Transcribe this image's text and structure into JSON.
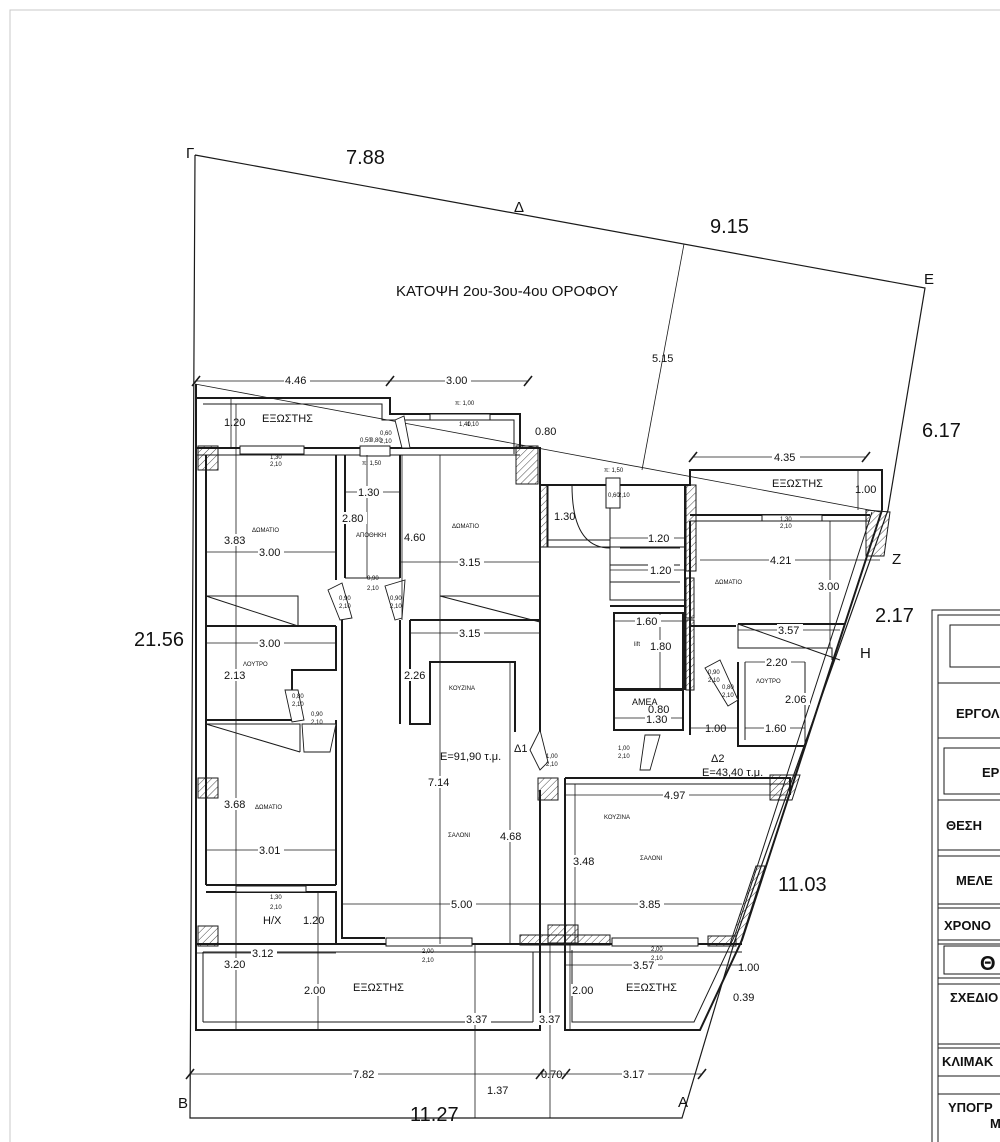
{
  "plan_title": "ΚΑΤΟΨΗ 2ου-3ου-4ου ΟΡΟΦΟΥ",
  "corners": {
    "gamma": "Γ",
    "epsilon": "Ε",
    "zeta": "Ζ",
    "eta": "Η",
    "beta": "Β",
    "alpha": "Α",
    "delta": "Δ"
  },
  "boundary": {
    "top_left": "7.88",
    "top_right": "9.15",
    "right_upper": "6.17",
    "right_mid": "2.17",
    "right_lower": "11.03",
    "left": "21.56",
    "bottom": "11.27",
    "inner_5_15": "5.15"
  },
  "rooms": {
    "balcony": "ΕΞΩΣΤΗΣ",
    "bedroom": "ΔΩΜΑΤΙΟ",
    "storage": "ΑΠΟΘΗΚΗ",
    "bathroom": "ΛΟΥΤΡΟ",
    "wc": "Η/Χ",
    "kitchen": "ΚΟΥΖΙΝΑ",
    "living": "ΣΑΛΟΝΙ",
    "lift": "lift",
    "amea": "ΑΜΕΑ"
  },
  "apartments": {
    "d1": {
      "label": "Δ1",
      "area": "Ε=91,90 τ.μ."
    },
    "d2": {
      "label": "Δ2",
      "area": "Ε=43,40 τ.μ."
    }
  },
  "dims": {
    "d446": "4.46",
    "d300": "3.00",
    "d080": "0.80",
    "d120": "1.20",
    "d383": "3.83",
    "d130": "1.30",
    "d280": "2.80",
    "d460": "4.60",
    "d315": "3.15",
    "d213": "2.13",
    "d226": "2.26",
    "d714": "7.14",
    "d468": "4.68",
    "d368": "3.68",
    "d301": "3.01",
    "d500": "5.00",
    "d385": "3.85",
    "d312": "3.12",
    "d320": "3.20",
    "d200": "2.00",
    "d337": "3.37",
    "d782": "7.82",
    "d070": "0.70",
    "d317": "3.17",
    "d137": "1.37",
    "d357": "3.57",
    "d100": "1.00",
    "d039": "0.39",
    "d435": "4.35",
    "d421": "4.21",
    "d220": "2.20",
    "d206": "2.06",
    "d160": "1.60",
    "d180": "1.80",
    "d348": "3.48",
    "d497": "4.97"
  },
  "openings": {
    "o130_210": [
      "1,30",
      "2,10"
    ],
    "o090_210": [
      "0,90",
      "2,10"
    ],
    "o080_210": [
      "0,80",
      "2,10"
    ],
    "o100_210": [
      "1,00",
      "2,10"
    ],
    "o200_210": [
      "2,00",
      "2,10"
    ],
    "o060_210": [
      "0,60",
      "2,10"
    ],
    "o050_080": [
      "0,50",
      "0,80"
    ],
    "o140_110": [
      "1,40",
      "1,10"
    ],
    "sill_150": "π: 1,50",
    "sill_100": "π: 1,00"
  },
  "title_block": {
    "row1": "ΕΡΓΟΛ",
    "row2": "ΕΡ",
    "row3": "ΘΕΣΗ",
    "row4": "ΜΕΛΕ",
    "row5": "ΧΡΟΝΟ",
    "row6": "Θ",
    "row7": "ΣΧΕΔΙΟ",
    "row8": "ΚΛΙΜΑΚ",
    "row9a": "ΥΠΟΓΡ",
    "row9b": "Μ"
  }
}
